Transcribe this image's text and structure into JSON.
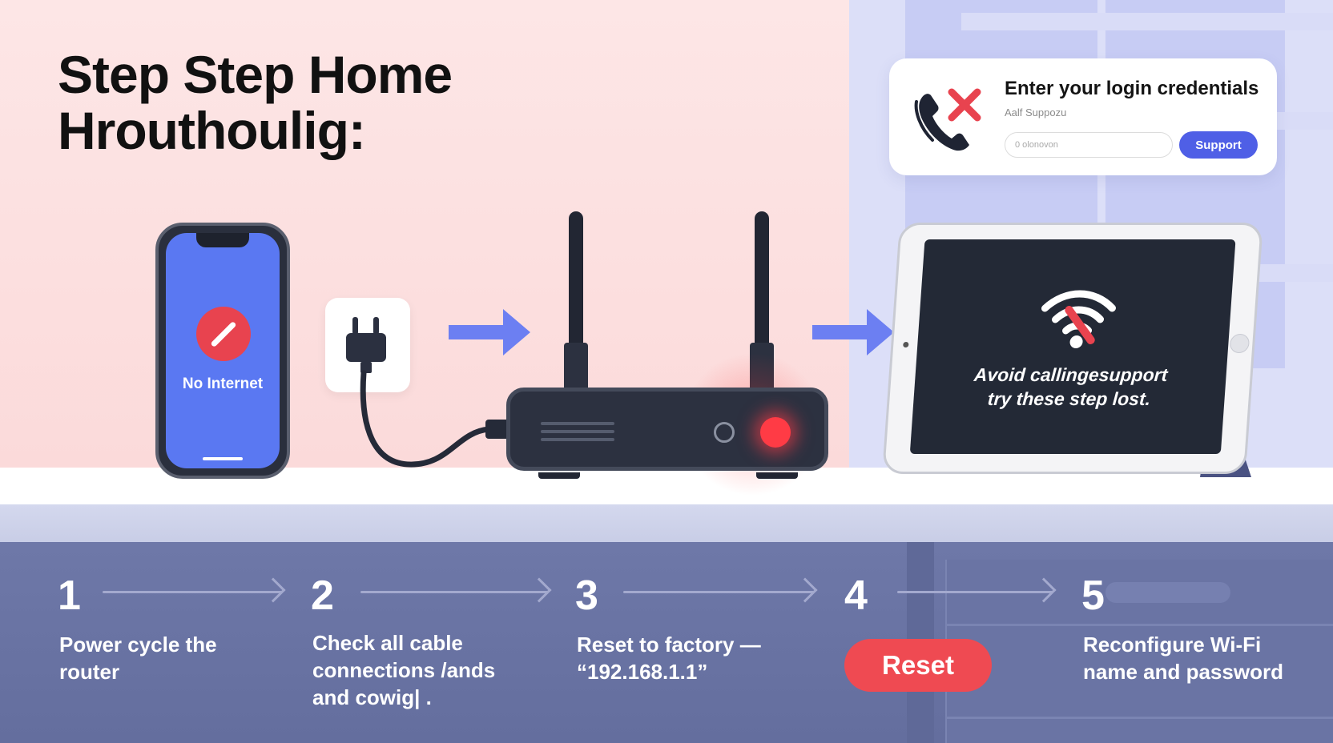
{
  "header": {
    "title": "Step Step Home Hrouthoulig:"
  },
  "login_card": {
    "title": "Enter your login credentials",
    "subtitle": "Aalf Suppozu",
    "input_placeholder": "0 olonovon",
    "button_label": "Support"
  },
  "phone": {
    "status_label": "No Internet"
  },
  "tablet": {
    "message_line1": "Avoid callingesupport",
    "message_line2": "try these step lost."
  },
  "steps": [
    {
      "number": "1",
      "line1": "Power cycle the",
      "line2": "router",
      "line3": ""
    },
    {
      "number": "2",
      "line1": "Check all cable",
      "line2": "connections /ands",
      "line3": "and cowig| ."
    },
    {
      "number": "3",
      "line1": "Reset to factory —",
      "line2": "“192.168.1.1”",
      "line3": ""
    },
    {
      "number": "4",
      "button_label": "Reset"
    },
    {
      "number": "5",
      "line1": "Reconfigure Wi-Fi",
      "line2": "name and password",
      "line3": ""
    }
  ],
  "colors": {
    "accent_blue": "#4f5fe6",
    "alert_red": "#ef4a52",
    "phone_screen": "#5a78f2",
    "bottom_panel": "#6a74a4"
  },
  "icons": [
    "phone-cancel-icon",
    "no-entry-icon",
    "plug-icon",
    "arrow-right-icon",
    "wifi-off-icon",
    "router-icon",
    "tablet-icon"
  ]
}
